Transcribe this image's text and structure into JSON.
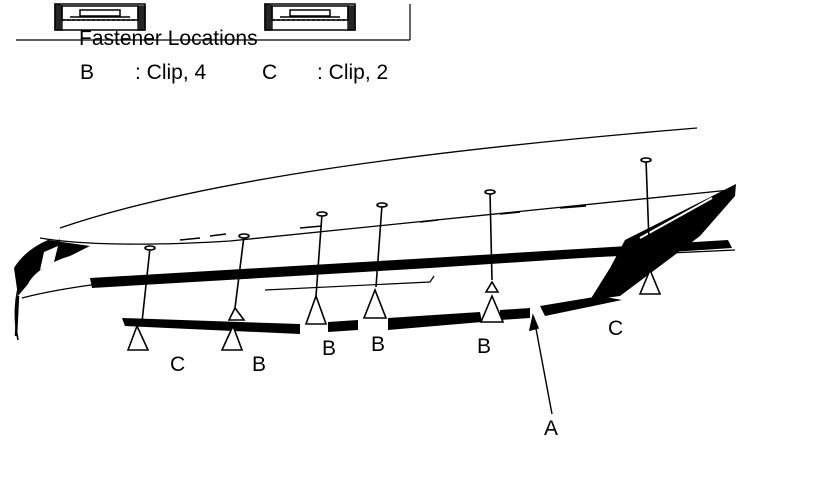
{
  "header": {
    "title": "Fastener Locations"
  },
  "legend": [
    {
      "key": "B",
      "value": ": Clip, 4"
    },
    {
      "key": "C",
      "value": ": Clip, 2"
    }
  ],
  "callouts": [
    "C",
    "B",
    "B",
    "B",
    "B",
    "C",
    "A"
  ],
  "colors": {
    "ink": "#000000",
    "paper": "#ffffff"
  }
}
